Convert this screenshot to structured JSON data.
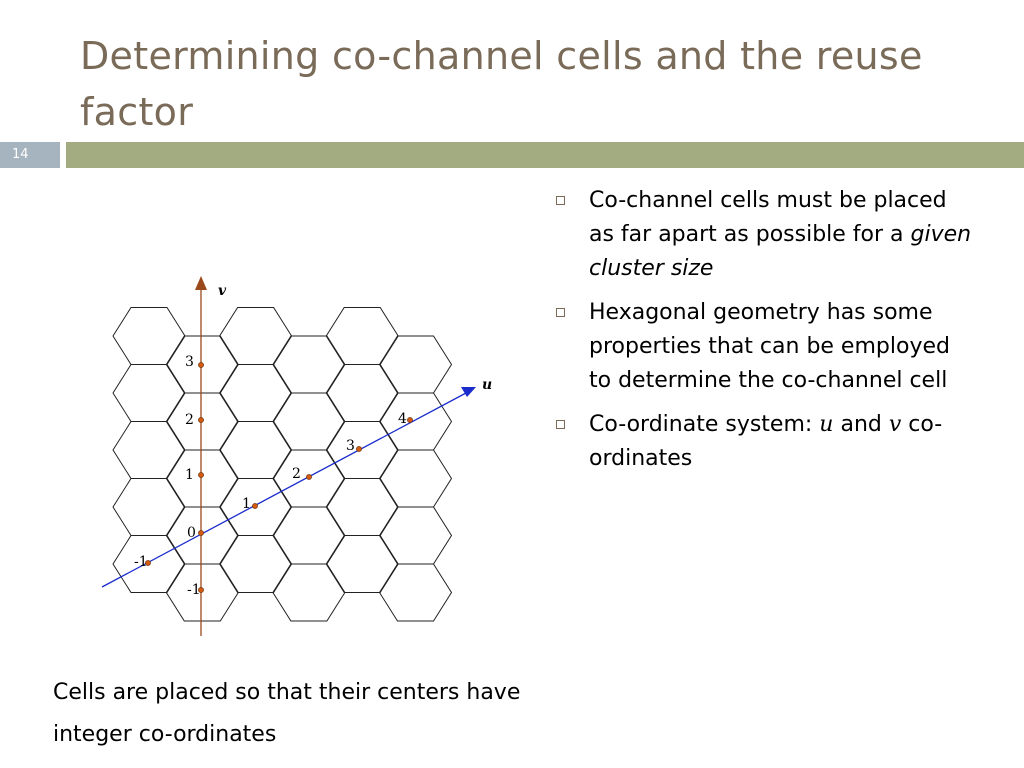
{
  "slide": {
    "title": "Determining co-channel cells and the reuse factor",
    "number": "14"
  },
  "bullets": [
    {
      "segments": [
        {
          "text": "Co-channel cells must be placed as far apart as possible for a "
        },
        {
          "text": "given cluster size",
          "italic": true
        }
      ]
    },
    {
      "segments": [
        {
          "text": "Hexagonal geometry has some properties that can be employed to determine the co-channel cell"
        }
      ]
    },
    {
      "segments": [
        {
          "text": "Co-ordinate system: "
        },
        {
          "text": "u",
          "serif_italic": true
        },
        {
          "text": " and  "
        },
        {
          "text": "v",
          "serif_italic": true
        },
        {
          "text": " co-ordinates"
        }
      ]
    }
  ],
  "caption": "Cells are placed so that their centers have integer co-ordinates",
  "diagram": {
    "u_axis_label": "u",
    "v_axis_label": "v",
    "u_axis_color": "#1a2ccc",
    "v_axis_color": "#9a4a1a",
    "point_color": "#d45a10",
    "v_ticks": [
      "3",
      "2",
      "1",
      "0",
      "-1"
    ],
    "u_ticks": [
      "-1",
      "1",
      "2",
      "3",
      "4"
    ]
  }
}
